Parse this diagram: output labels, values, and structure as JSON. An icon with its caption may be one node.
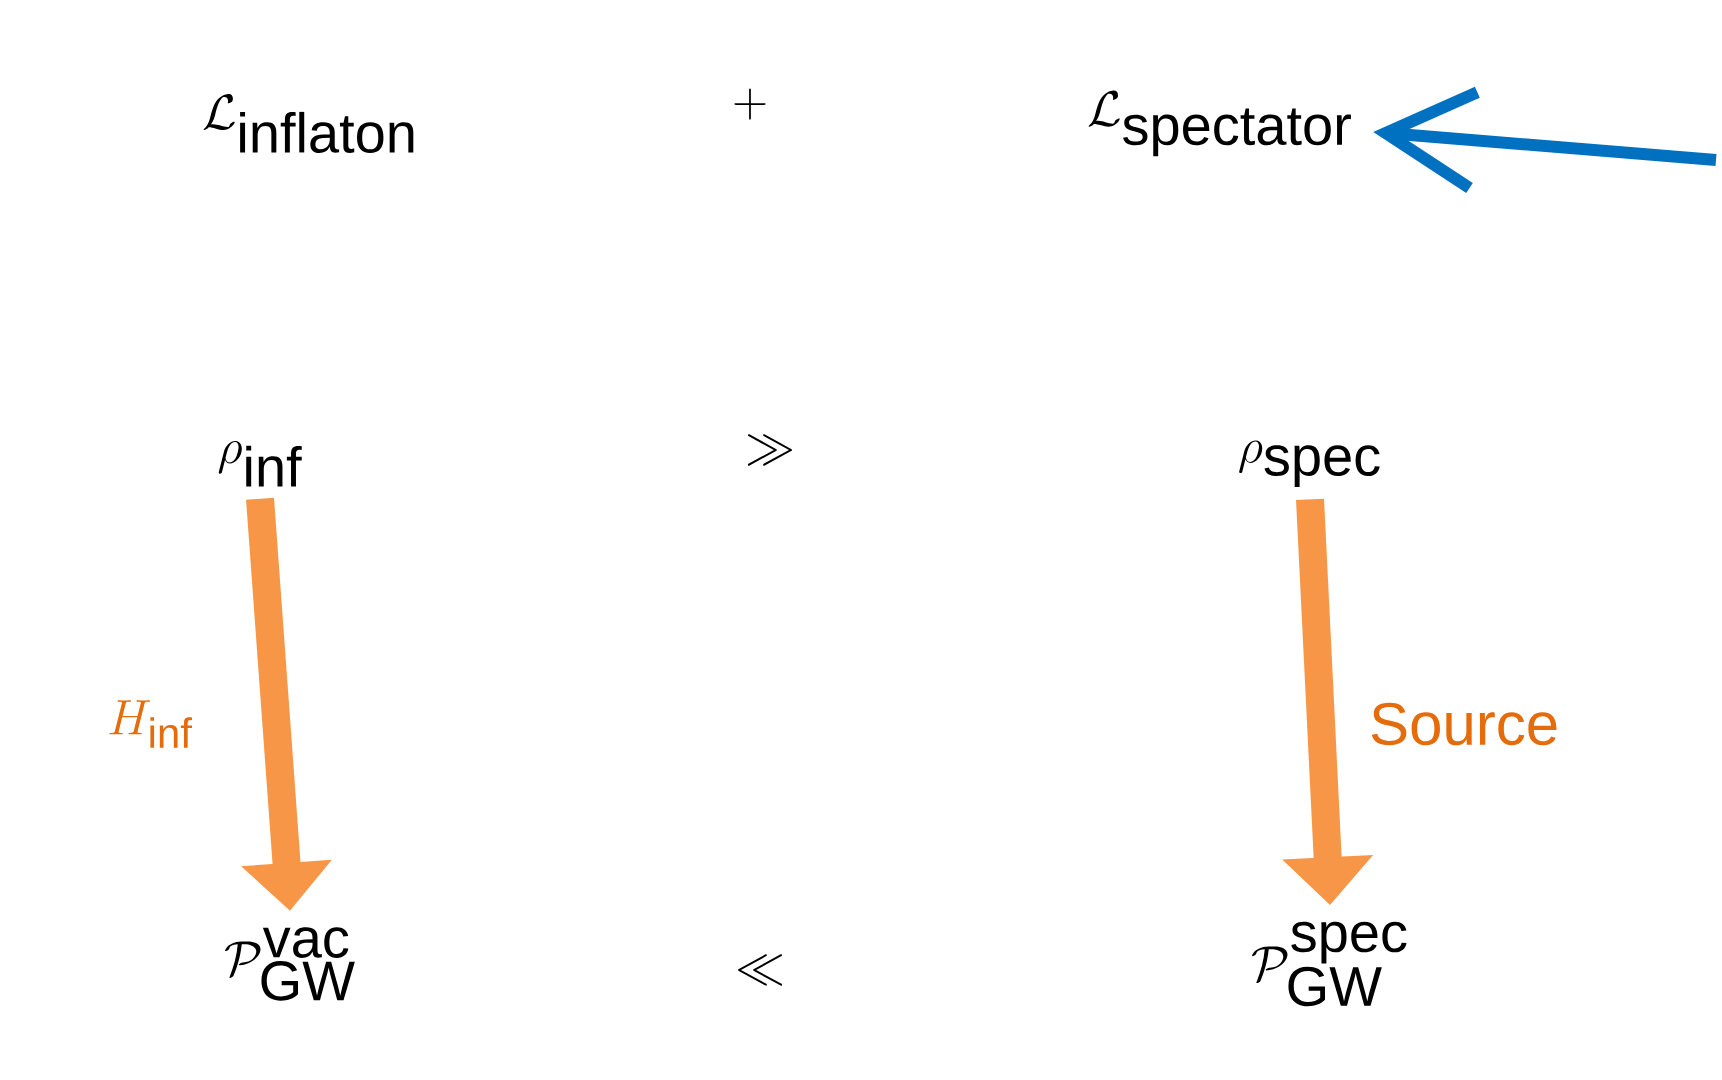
{
  "diagram": {
    "nodes": [
      {
        "text": [
          "\\mathcal{L}_{\\mathrm{inflaton}}"
        ]
      },
      {
        "text": [
          "\\mathcal{L}_{\\mathrm{spectator}}"
        ]
      },
      {
        "text": [
          "\\rho_{\\mathrm{inf}}"
        ]
      },
      {
        "text": [
          "\\rho_{\\mathrm{spec}}"
        ]
      },
      {
        "text": [
          "\\mathcal{P}_{\\mathrm{GW}}^{\\mathrm{vac}}"
        ]
      },
      {
        "text": [
          "\\mathcal{P}_{\\mathrm{GW}}^{\\mathrm{spec}}"
        ]
      }
    ],
    "edges": [
      {
        "from": 2,
        "to": 4,
        "arrow": "to",
        "label": "H_{\\mathrm{inf}}"
      },
      {
        "from": 3,
        "to": 5,
        "arrow": "to",
        "label": "Source"
      },
      {
        "from": null,
        "to": 1,
        "arrow": "to",
        "color": "#0070c0"
      }
    ],
    "labels": [
      "+",
      "\\gg",
      "\\ll"
    ]
  }
}
